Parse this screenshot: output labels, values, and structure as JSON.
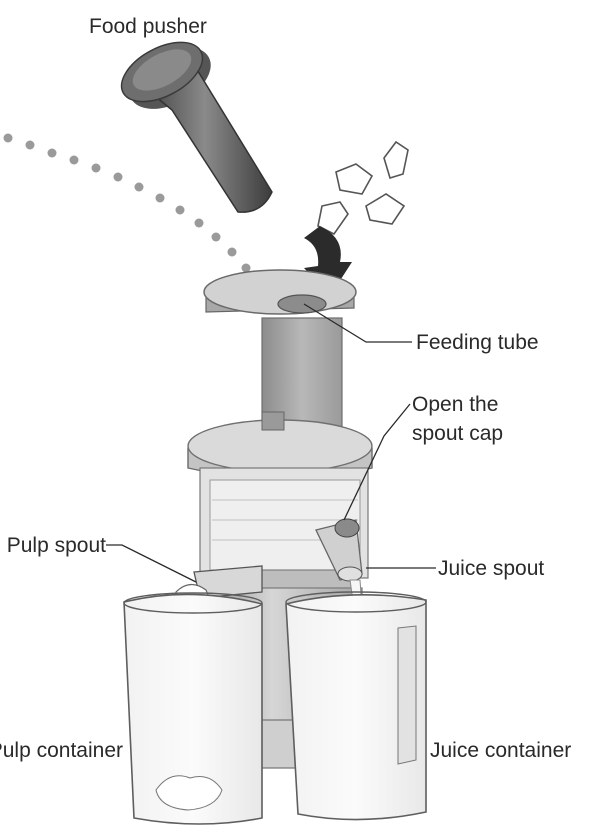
{
  "labels": {
    "food_pusher": "Food pusher",
    "feeding_tube": "Feeding tube",
    "open_spout_cap_line1": "Open the",
    "open_spout_cap_line2": "spout cap",
    "pulp_spout": "Pulp spout",
    "juice_spout": "Juice spout",
    "pulp_container": "Pulp container",
    "juice_container": "Juice container"
  }
}
